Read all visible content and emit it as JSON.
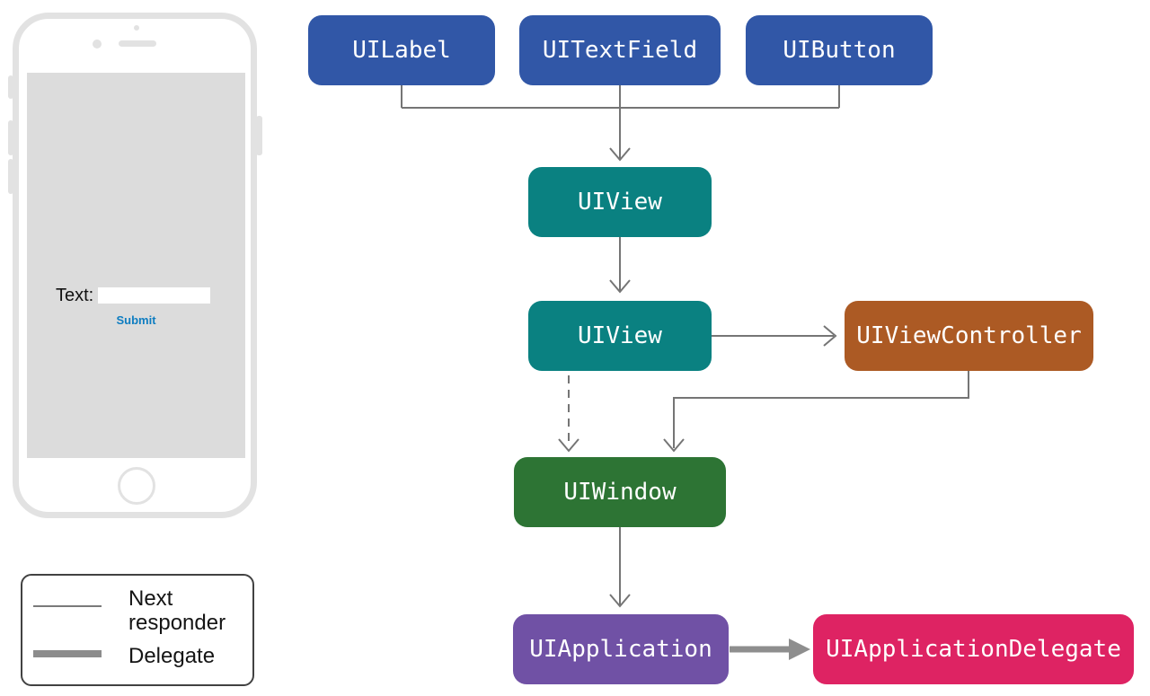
{
  "diagram": {
    "nodes": [
      {
        "id": "uilabel",
        "label": "UILabel",
        "color": "#3157a7"
      },
      {
        "id": "uitextfield",
        "label": "UITextField",
        "color": "#3157a7"
      },
      {
        "id": "uibutton",
        "label": "UIButton",
        "color": "#3157a7"
      },
      {
        "id": "uiview-top",
        "label": "UIView",
        "color": "#0a8181"
      },
      {
        "id": "uiview-root",
        "label": "UIView",
        "color": "#0a8181"
      },
      {
        "id": "uiviewcontroller",
        "label": "UIViewController",
        "color": "#ac5a24"
      },
      {
        "id": "uiwindow",
        "label": "UIWindow",
        "color": "#2d7434"
      },
      {
        "id": "uiapplication",
        "label": "UIApplication",
        "color": "#7051a5"
      },
      {
        "id": "uiapplicationdelegate",
        "label": "UIApplicationDelegate",
        "color": "#de2363"
      }
    ],
    "edges": [
      {
        "from": "UILabel",
        "to": "UIView",
        "type": "next-responder"
      },
      {
        "from": "UITextField",
        "to": "UIView",
        "type": "next-responder"
      },
      {
        "from": "UIButton",
        "to": "UIView",
        "type": "next-responder"
      },
      {
        "from": "UIView",
        "to": "UIView",
        "type": "next-responder"
      },
      {
        "from": "UIView",
        "to": "UIViewController",
        "type": "next-responder"
      },
      {
        "from": "UIView",
        "to": "UIWindow",
        "type": "next-responder",
        "style": "dashed"
      },
      {
        "from": "UIViewController",
        "to": "UIWindow",
        "type": "next-responder"
      },
      {
        "from": "UIWindow",
        "to": "UIApplication",
        "type": "next-responder"
      },
      {
        "from": "UIApplication",
        "to": "UIApplicationDelegate",
        "type": "delegate"
      }
    ],
    "line_color": "#757575",
    "delegate_arrow_color": "#8e8e8e"
  },
  "phone": {
    "field_label": "Text:",
    "field_value": "",
    "submit_label": "Submit",
    "submit_color": "#0e7dc1"
  },
  "legend": {
    "items": [
      {
        "key": "next-responder",
        "label": "Next responder",
        "line": "thin"
      },
      {
        "key": "delegate",
        "label": "Delegate",
        "line": "thick"
      }
    ]
  }
}
